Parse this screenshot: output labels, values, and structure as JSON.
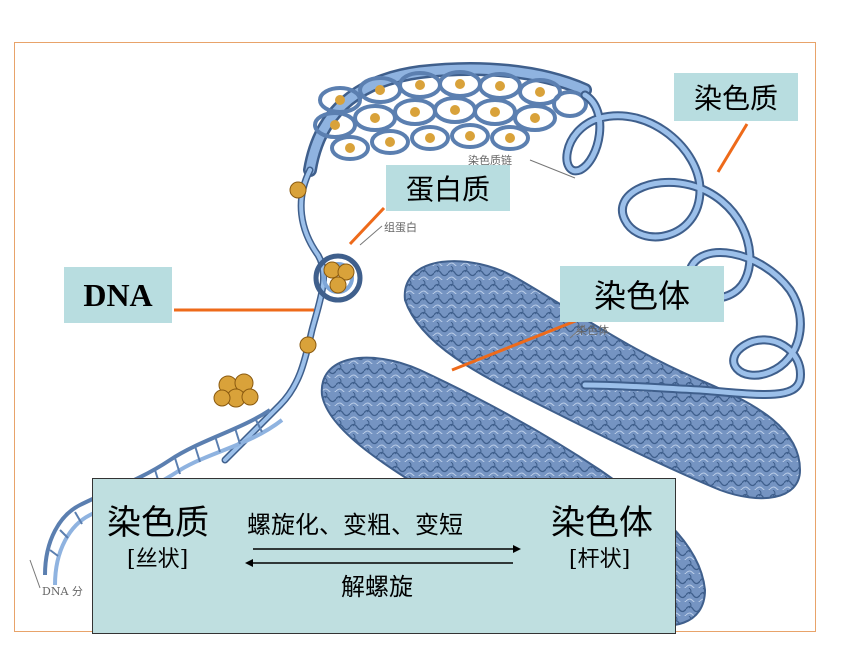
{
  "labels": {
    "chromatin": "染色质",
    "protein": "蛋白质",
    "dna": "DNA",
    "chromosome": "染色体"
  },
  "tiny_labels": {
    "chromatin_chain": "染色质链",
    "histone": "组蛋白",
    "chromosome": "染色体",
    "dna": "DNA 分"
  },
  "conversion": {
    "left_term": "染色质",
    "left_shape": "[丝状]",
    "right_term": "染色体",
    "right_shape": "[杆状]",
    "forward_process": "螺旋化、变粗、变短",
    "reverse_process": "解螺旋"
  },
  "colors": {
    "strand": "#6f9bd1",
    "strand_dark": "#3f5f8c",
    "chromosome_fill": "#6f8fbd",
    "nucleosome": "#d9a23a",
    "pointer": "#ee6a1a",
    "label_bg": "#b8dde0",
    "panel_bg": "#bfdfe0"
  }
}
